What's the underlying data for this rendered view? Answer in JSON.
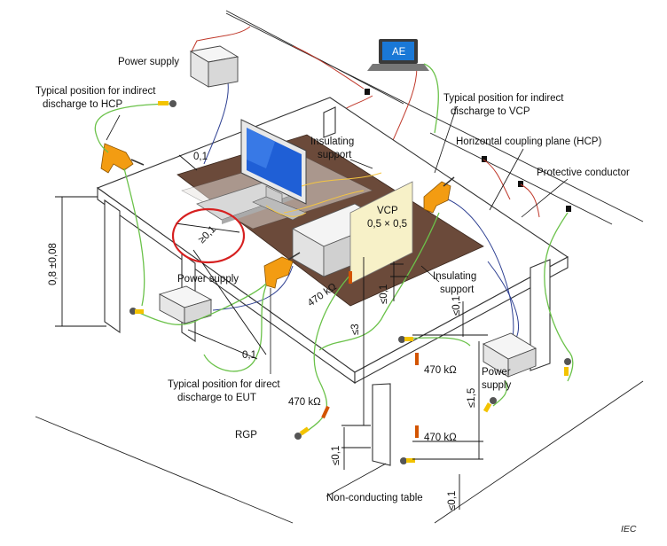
{
  "labels": {
    "power_supply_top": "Power supply",
    "power_supply_left": "Power supply",
    "power_supply_right_1": "Power",
    "power_supply_right_2": "supply",
    "ae": "AE",
    "indirect_hcp_1": "Typical position for indirect",
    "indirect_hcp_2": "discharge to HCP",
    "indirect_vcp_1": "Typical position for indirect",
    "indirect_vcp_2": "discharge to VCP",
    "hcp": "Horizontal coupling plane (HCP)",
    "protective_conductor": "Protective conductor",
    "insulating_support_top_1": "Insulating",
    "insulating_support_top_2": "support",
    "insulating_support_mid_1": "Insulating",
    "insulating_support_mid_2": "support",
    "vcp_1": "VCP",
    "vcp_2": "0,5 × 0,5",
    "direct_eut_1": "Typical position for direct",
    "direct_eut_2": "discharge to EUT",
    "rgp": "RGP",
    "non_conducting_table": "Non-conducting table",
    "iec": "IEC"
  },
  "dimensions": {
    "d_0_1_top": "0,1",
    "d_ge_0_1": "≥0,1",
    "d_height": "0,8 ±0,08",
    "d_0_1_floor": "0,1",
    "d_le_3": "≤3",
    "d_le_0_1_vcp": "≤0,1",
    "d_le_0_1_right": "≤0,1",
    "d_le_1_5": "≤1,5",
    "d_le_0_1_bottom_left": "≤0,1",
    "d_le_0_1_bottom_right": "≤0,1"
  },
  "resistors": {
    "r_vcp": "470 kΩ",
    "r_left": "470 kΩ",
    "r_right_top": "470 kΩ",
    "r_right_bottom": "470 kΩ"
  },
  "colors": {
    "table_edge": "#333333",
    "hcp_plane": "#6b4a3a",
    "vcp_plane": "#f7f1c8",
    "ground_wire": "#6bc24a",
    "signal_wire_red": "#c0392b",
    "signal_wire_blue": "#2c3e91",
    "esd_gun": "#f39c12",
    "highlight_circle": "#d62020"
  },
  "icons": [
    "monitor-icon",
    "keyboard-icon",
    "laptop-icon",
    "esd-gun-icon",
    "ground-clip-icon",
    "resistor-icon"
  ]
}
